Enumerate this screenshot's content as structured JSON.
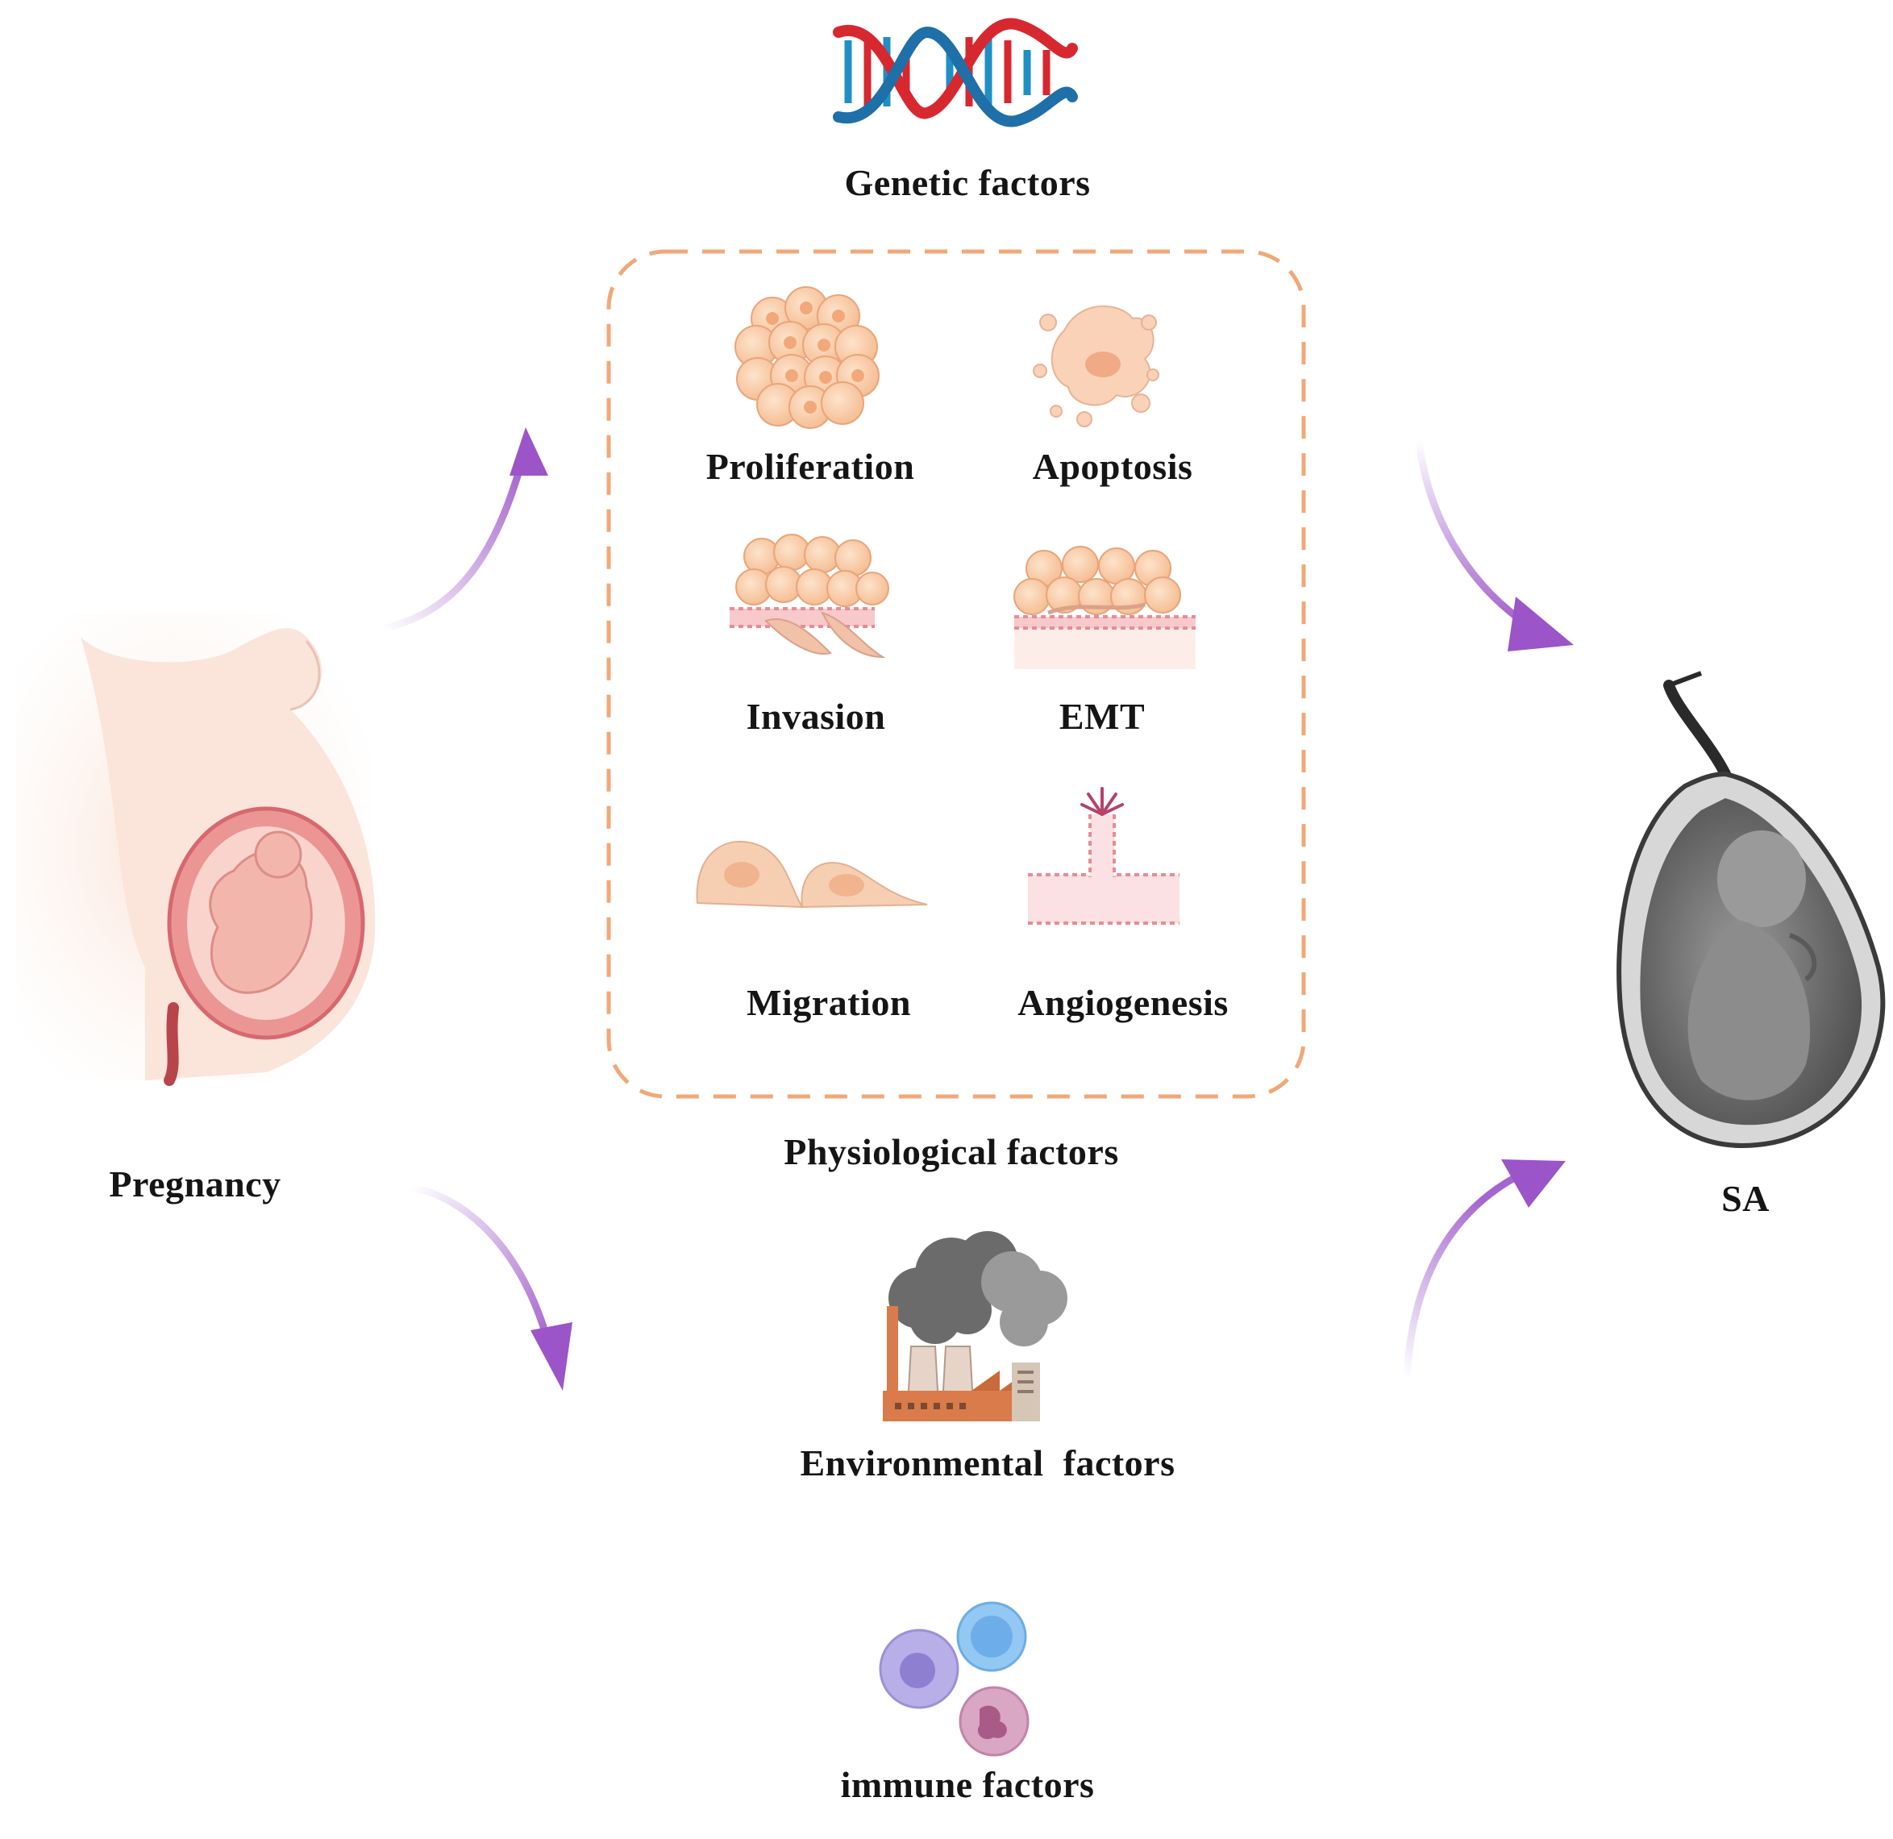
{
  "labels": {
    "genetic": "Genetic factors",
    "physiological": "Physiological factors",
    "environmental": "Environmental  factors",
    "immune": "immune factors",
    "pregnancy": "Pregnancy",
    "sa": "SA"
  },
  "processes": {
    "proliferation": "Proliferation",
    "apoptosis": "Apoptosis",
    "invasion": "Invasion",
    "emt": "EMT",
    "migration": "Migration",
    "angiogenesis": "Angiogenesis"
  },
  "colors": {
    "arrow": "#9b55c8",
    "dashed_box": "#f1a878",
    "dna_red": "#d7282f",
    "dna_blue": "#1f8fc4",
    "cell_fill": "#f8c9a2",
    "skin": "#fbe5dc",
    "uterus": "#e88f8f",
    "fetus_gray": "#8a8a8a",
    "smoke": "#6b6b6b",
    "factory": "#d97b4a"
  },
  "icons": [
    "dna-icon",
    "cell-cluster-icon",
    "apoptotic-cell-icon",
    "invasion-icon",
    "emt-icon",
    "migrating-cell-icon",
    "angiogenesis-icon",
    "pregnant-woman-icon",
    "aborted-fetus-icon",
    "factory-icon",
    "immune-cells-icon"
  ]
}
